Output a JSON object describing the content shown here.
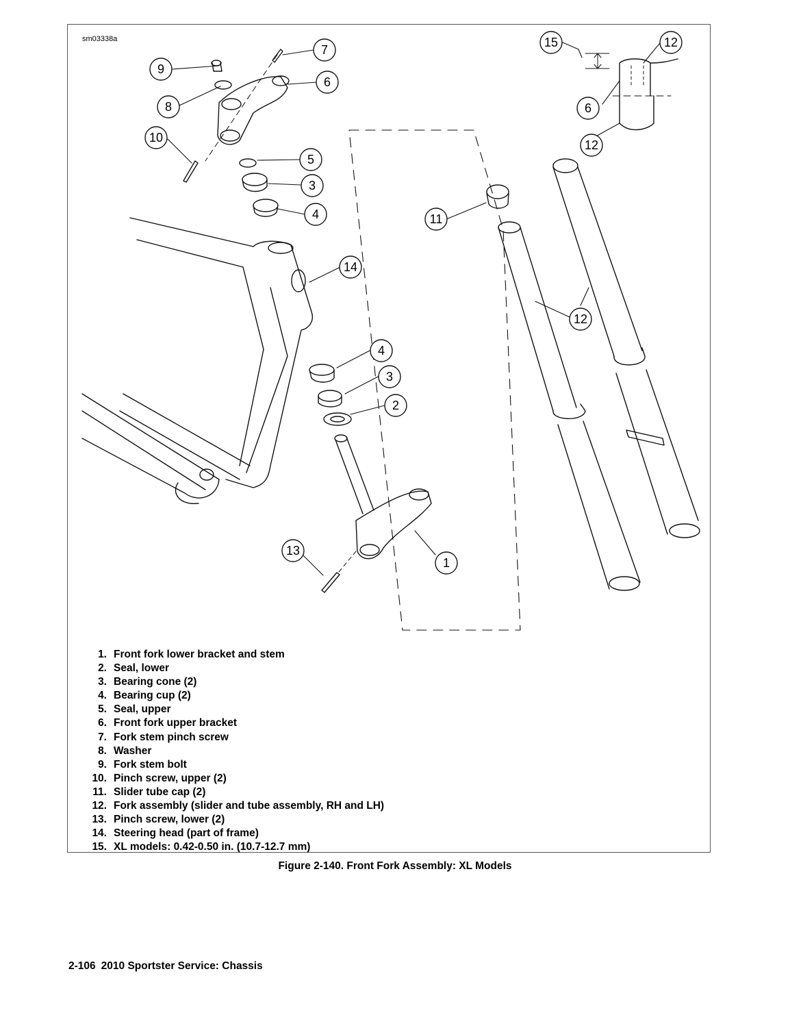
{
  "figure_id": "sm03338a",
  "callouts": [
    "15",
    "12",
    "9",
    "7",
    "6",
    "8",
    "10",
    "5",
    "3",
    "4",
    "11",
    "14",
    "12",
    "4",
    "3",
    "2",
    "13",
    "1",
    "6",
    "12"
  ],
  "legend": [
    {
      "num": "1.",
      "text": "Front fork lower bracket and stem"
    },
    {
      "num": "2.",
      "text": "Seal, lower"
    },
    {
      "num": "3.",
      "text": "Bearing cone (2)"
    },
    {
      "num": "4.",
      "text": "Bearing cup (2)"
    },
    {
      "num": "5.",
      "text": "Seal, upper"
    },
    {
      "num": "6.",
      "text": "Front fork upper bracket"
    },
    {
      "num": "7.",
      "text": "Fork stem pinch screw"
    },
    {
      "num": "8.",
      "text": "Washer"
    },
    {
      "num": "9.",
      "text": "Fork stem bolt"
    },
    {
      "num": "10.",
      "text": "Pinch screw, upper (2)"
    },
    {
      "num": "11.",
      "text": "Slider tube cap (2)"
    },
    {
      "num": "12.",
      "text": "Fork assembly (slider and tube assembly, RH and LH)"
    },
    {
      "num": "13.",
      "text": "Pinch screw, lower (2)"
    },
    {
      "num": "14.",
      "text": "Steering head (part of frame)"
    },
    {
      "num": "15.",
      "text": "XL models: 0.42-0.50 in. (10.7-12.7 mm)"
    }
  ],
  "caption": "Figure 2-140. Front Fork Assembly: XL Models",
  "footer": {
    "page": "2-106",
    "title": "2010 Sportster Service: Chassis"
  }
}
